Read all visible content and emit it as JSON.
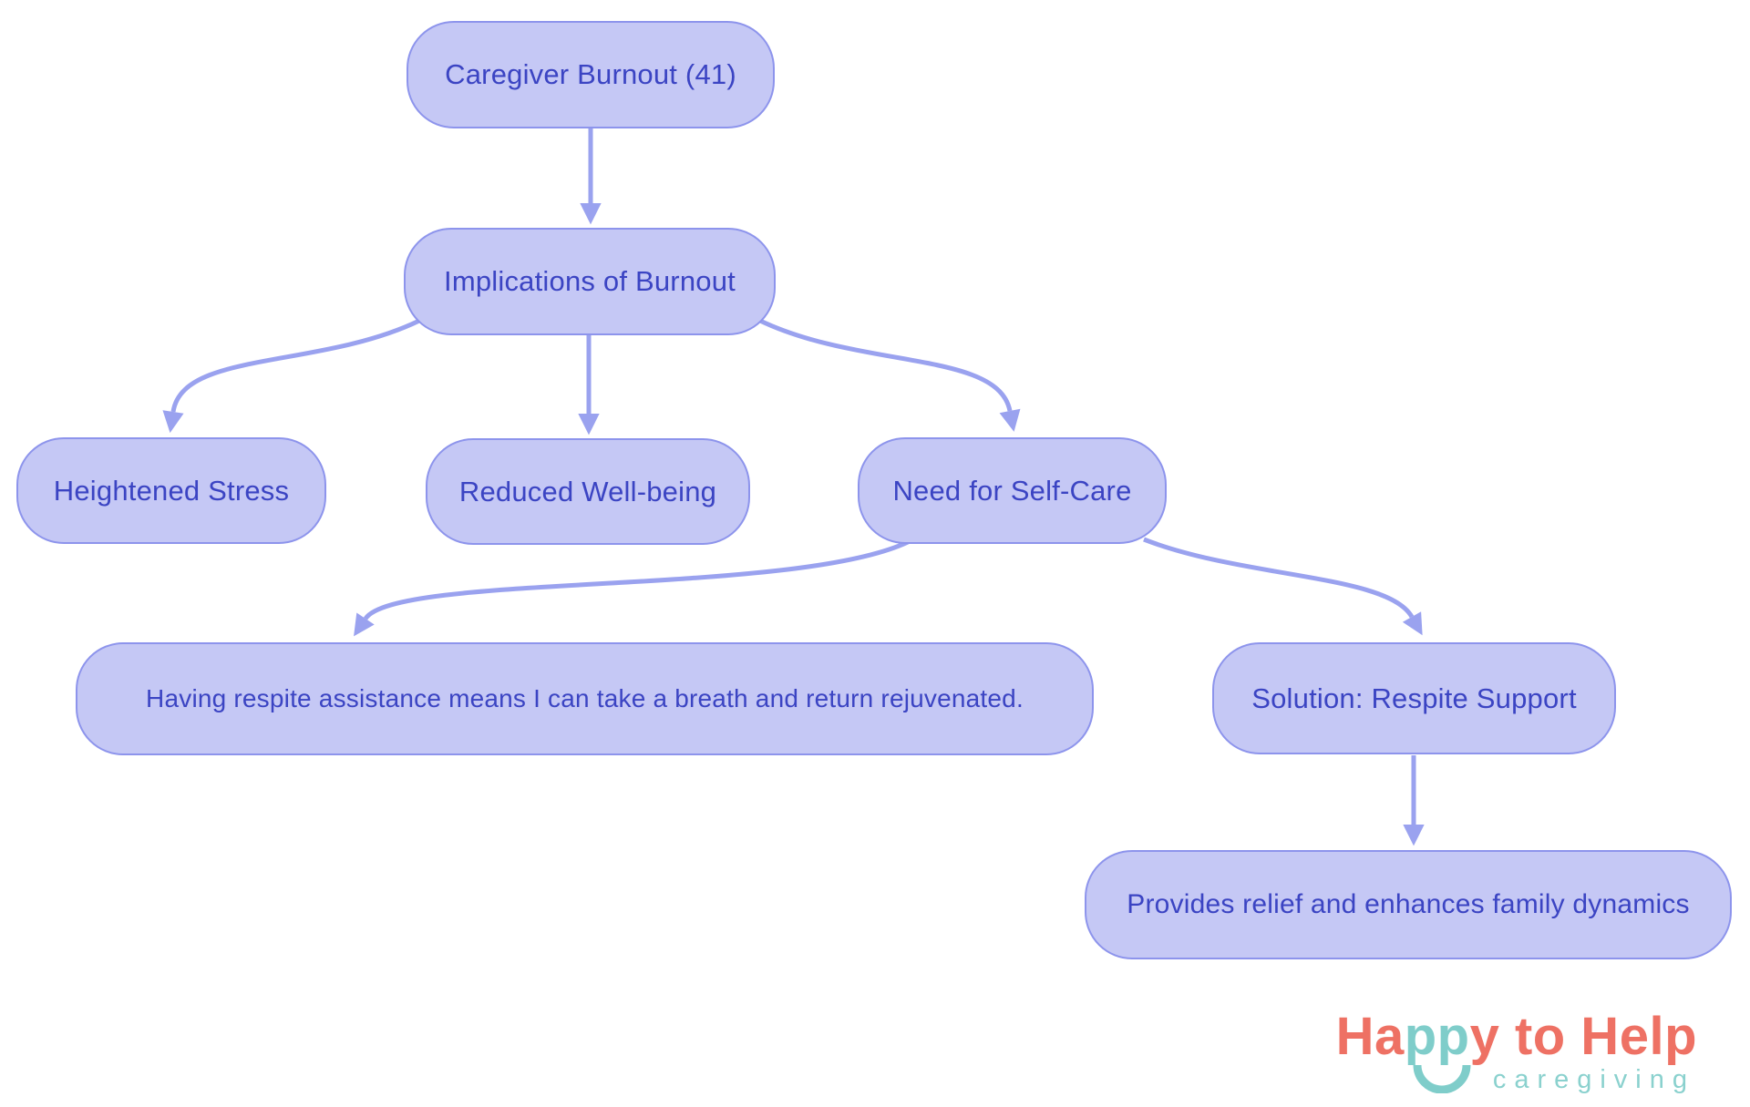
{
  "flowchart": {
    "nodes": [
      {
        "id": "caregiver-burnout",
        "label": "Caregiver Burnout (41)"
      },
      {
        "id": "implications-of-burnout",
        "label": "Implications of Burnout"
      },
      {
        "id": "heightened-stress",
        "label": "Heightened Stress"
      },
      {
        "id": "reduced-well-being",
        "label": "Reduced Well-being"
      },
      {
        "id": "need-for-self-care",
        "label": "Need for Self-Care"
      },
      {
        "id": "respite-quote",
        "label": "Having respite assistance means I can take a breath and return rejuvenated."
      },
      {
        "id": "solution-respite-support",
        "label": "Solution: Respite Support"
      },
      {
        "id": "provides-relief",
        "label": "Provides relief and enhances family dynamics"
      }
    ],
    "edges": [
      {
        "from": "caregiver-burnout",
        "to": "implications-of-burnout"
      },
      {
        "from": "implications-of-burnout",
        "to": "heightened-stress"
      },
      {
        "from": "implications-of-burnout",
        "to": "reduced-well-being"
      },
      {
        "from": "implications-of-burnout",
        "to": "need-for-self-care"
      },
      {
        "from": "need-for-self-care",
        "to": "respite-quote"
      },
      {
        "from": "need-for-self-care",
        "to": "solution-respite-support"
      },
      {
        "from": "solution-respite-support",
        "to": "provides-relief"
      }
    ],
    "colors": {
      "node_fill": "#c5c8f5",
      "node_border": "#8d94ec",
      "node_text": "#3b44c3",
      "arrow": "#9aa2ef"
    }
  },
  "logo": {
    "part1": "Ha",
    "part2": "pp",
    "part3": "y to Help",
    "tagline": "caregiving",
    "colors": {
      "coral": "#ee7164",
      "teal": "#7fcdca"
    }
  }
}
